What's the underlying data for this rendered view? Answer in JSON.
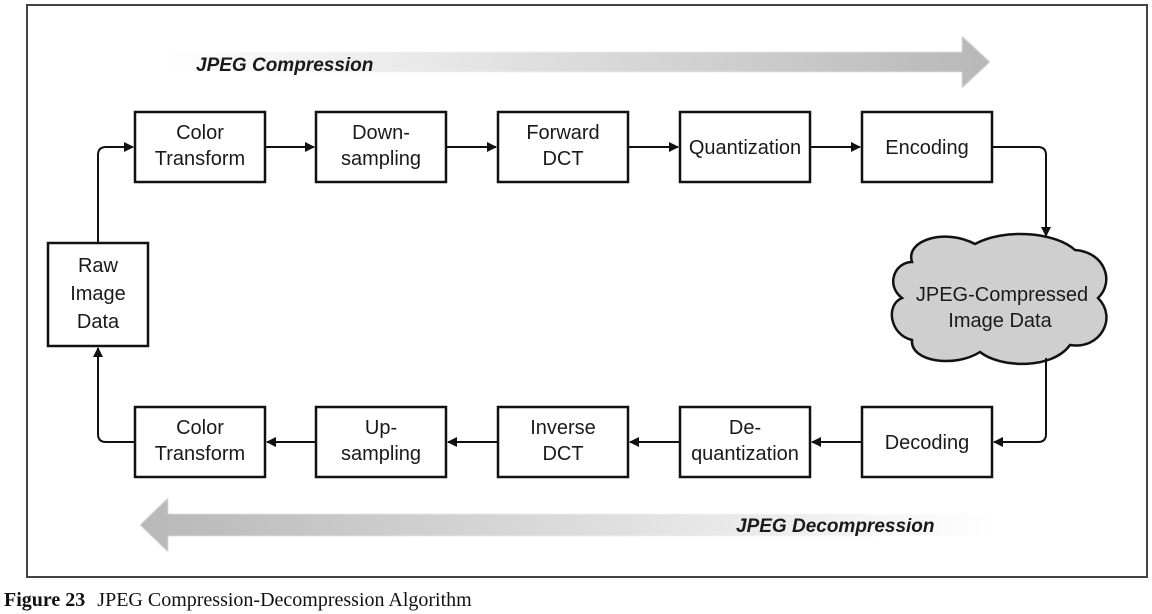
{
  "figure": {
    "compression_label": "JPEG Compression",
    "decompression_label": "JPEG Decompression",
    "raw_box": [
      "Raw",
      "Image",
      "Data"
    ],
    "compressed_cloud": [
      "JPEG-Compressed",
      "Image Data"
    ],
    "compression_steps": [
      [
        "Color",
        "Transform"
      ],
      [
        "Down-",
        "sampling"
      ],
      [
        "Forward",
        "DCT"
      ],
      [
        "Quantization"
      ],
      [
        "Encoding"
      ]
    ],
    "decompression_steps": [
      [
        "Color",
        "Transform"
      ],
      [
        "Up-",
        "sampling"
      ],
      [
        "Inverse",
        "DCT"
      ],
      [
        "De-",
        "quantization"
      ],
      [
        "Decoding"
      ]
    ]
  },
  "caption": {
    "number": "Figure 23",
    "text": "JPEG Compression-Decompression Algorithm"
  }
}
